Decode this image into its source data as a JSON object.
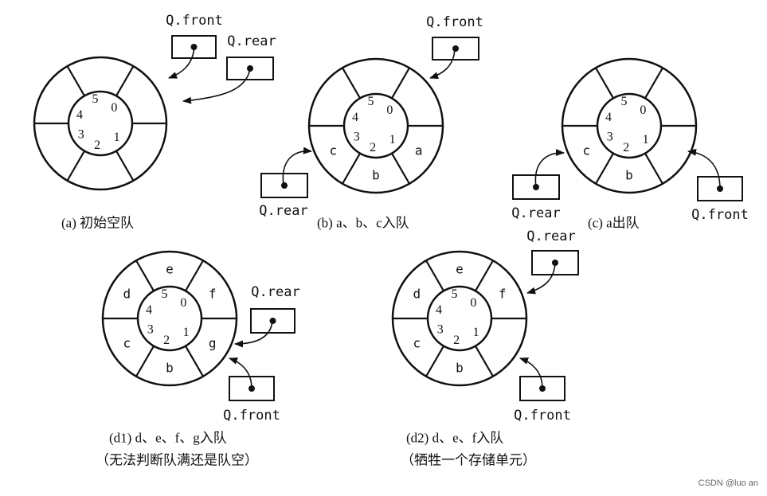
{
  "pointer_labels": {
    "front": "Q.front",
    "rear": "Q.rear"
  },
  "diagrams": [
    {
      "id": "a",
      "caption": "(a) 初始空队",
      "caption2": "",
      "indices": [
        "0",
        "1",
        "2",
        "3",
        "4",
        "5"
      ],
      "slots": [
        "",
        "",
        "",
        "",
        "",
        ""
      ]
    },
    {
      "id": "b",
      "caption": "(b) a、b、c入队",
      "caption2": "",
      "indices": [
        "0",
        "1",
        "2",
        "3",
        "4",
        "5"
      ],
      "slots": [
        "",
        "a",
        "b",
        "c",
        "",
        ""
      ]
    },
    {
      "id": "c",
      "caption": "(c) a出队",
      "caption2": "",
      "indices": [
        "0",
        "1",
        "2",
        "3",
        "4",
        "5"
      ],
      "slots": [
        "",
        "",
        "b",
        "c",
        "",
        ""
      ]
    },
    {
      "id": "d1",
      "caption": "(d1) d、e、f、g入队",
      "caption2": "（无法判断队满还是队空）",
      "indices": [
        "0",
        "1",
        "2",
        "3",
        "4",
        "5"
      ],
      "slots": [
        "f",
        "g",
        "b",
        "c",
        "d",
        "e"
      ]
    },
    {
      "id": "d2",
      "caption": "(d2) d、e、f入队",
      "caption2": "（牺牲一个存储单元）",
      "indices": [
        "0",
        "1",
        "2",
        "3",
        "4",
        "5"
      ],
      "slots": [
        "f",
        "",
        "b",
        "c",
        "d",
        "e"
      ]
    }
  ],
  "watermark": "CSDN @luo an"
}
